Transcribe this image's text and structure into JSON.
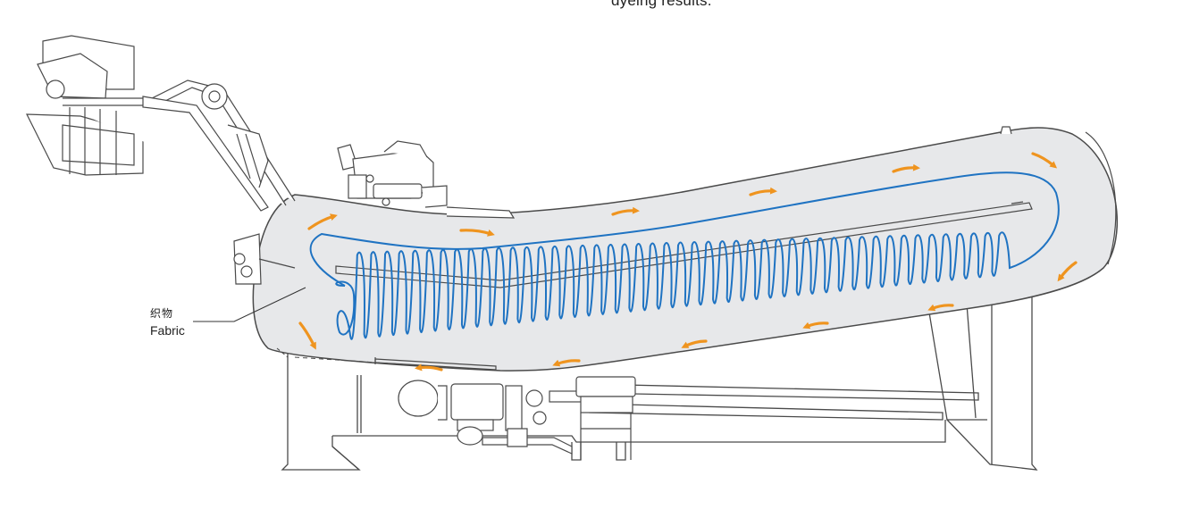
{
  "caption": {
    "text": "dyeing results."
  },
  "label": {
    "zh": "织物",
    "en": "Fabric"
  },
  "colors": {
    "outline": "#4a4a4a",
    "tube_fill": "#e7e8ea",
    "fabric_path": "#1f73c2",
    "flow_arrow": "#ef941f"
  },
  "icons": [
    "flow-arrow-icon"
  ]
}
